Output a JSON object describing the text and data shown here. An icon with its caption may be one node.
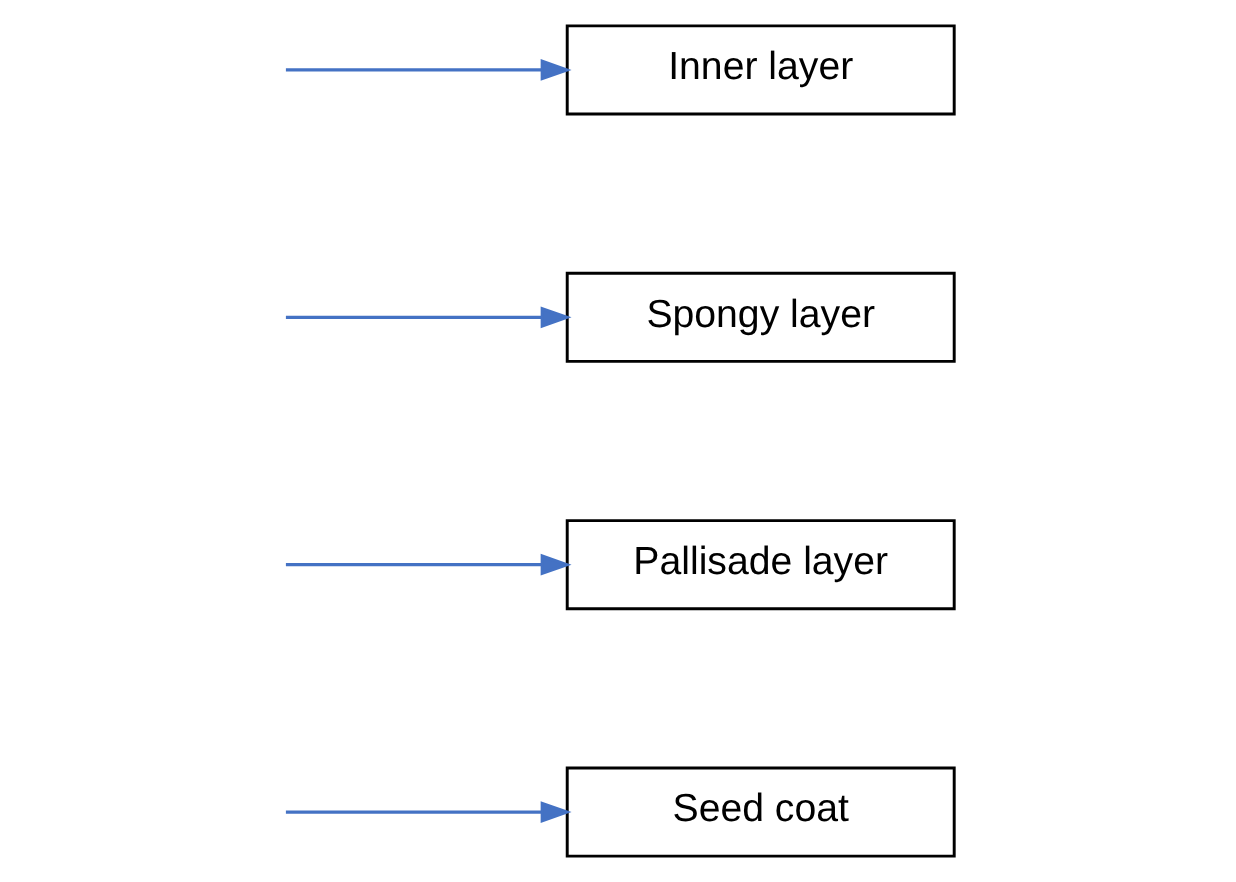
{
  "diagram": {
    "nodes": [
      {
        "text": [
          "Seed coat"
        ]
      },
      {
        "text": [
          "Pallisade layer"
        ]
      },
      {
        "text": [
          "Spongy layer"
        ]
      },
      {
        "text": [
          "Inner layer"
        ]
      }
    ],
    "edges": [
      {
        "from": null,
        "to": 0,
        "arrow": "to"
      },
      {
        "from": null,
        "to": 1,
        "arrow": "to"
      },
      {
        "from": null,
        "to": 2,
        "arrow": "to"
      },
      {
        "from": null,
        "to": 3,
        "arrow": "to"
      }
    ]
  }
}
